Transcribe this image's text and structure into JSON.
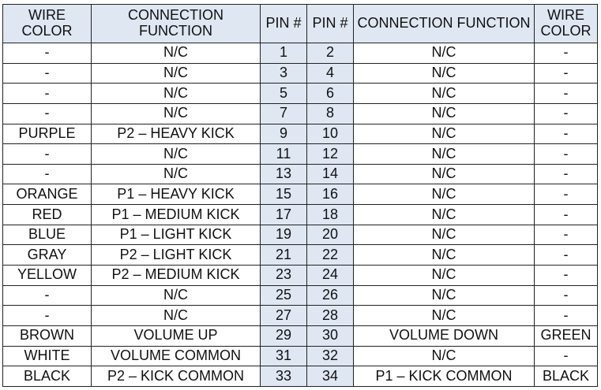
{
  "headers": {
    "wire_color_left": "WIRE COLOR",
    "function_left": "CONNECTION FUNCTION",
    "pin_left": "PIN #",
    "pin_right": "PIN #",
    "function_right": "CONNECTION FUNCTION",
    "wire_color_right": "WIRE COLOR"
  },
  "colors": {
    "header_background": "#dfe7f2",
    "pin_cell_background": "#dfe7f2",
    "border": "#222222"
  },
  "rows": [
    {
      "color_left": "-",
      "function_left": "N/C",
      "pin_left": "1",
      "pin_right": "2",
      "function_right": "N/C",
      "color_right": "-"
    },
    {
      "color_left": "-",
      "function_left": "N/C",
      "pin_left": "3",
      "pin_right": "4",
      "function_right": "N/C",
      "color_right": "-"
    },
    {
      "color_left": "-",
      "function_left": "N/C",
      "pin_left": "5",
      "pin_right": "6",
      "function_right": "N/C",
      "color_right": "-"
    },
    {
      "color_left": "-",
      "function_left": "N/C",
      "pin_left": "7",
      "pin_right": "8",
      "function_right": "N/C",
      "color_right": "-"
    },
    {
      "color_left": "PURPLE",
      "function_left": "P2 – HEAVY KICK",
      "pin_left": "9",
      "pin_right": "10",
      "function_right": "N/C",
      "color_right": "-"
    },
    {
      "color_left": "-",
      "function_left": "N/C",
      "pin_left": "11",
      "pin_right": "12",
      "function_right": "N/C",
      "color_right": "-"
    },
    {
      "color_left": "-",
      "function_left": "N/C",
      "pin_left": "13",
      "pin_right": "14",
      "function_right": "N/C",
      "color_right": "-"
    },
    {
      "color_left": "ORANGE",
      "function_left": "P1 – HEAVY KICK",
      "pin_left": "15",
      "pin_right": "16",
      "function_right": "N/C",
      "color_right": "-"
    },
    {
      "color_left": "RED",
      "function_left": "P1 – MEDIUM KICK",
      "pin_left": "17",
      "pin_right": "18",
      "function_right": "N/C",
      "color_right": "-"
    },
    {
      "color_left": "BLUE",
      "function_left": "P1 – LIGHT KICK",
      "pin_left": "19",
      "pin_right": "20",
      "function_right": "N/C",
      "color_right": "-"
    },
    {
      "color_left": "GRAY",
      "function_left": "P2 – LIGHT KICK",
      "pin_left": "21",
      "pin_right": "22",
      "function_right": "N/C",
      "color_right": "-"
    },
    {
      "color_left": "YELLOW",
      "function_left": "P2 – MEDIUM KICK",
      "pin_left": "23",
      "pin_right": "24",
      "function_right": "N/C",
      "color_right": "-"
    },
    {
      "color_left": "-",
      "function_left": "N/C",
      "pin_left": "25",
      "pin_right": "26",
      "function_right": "N/C",
      "color_right": "-"
    },
    {
      "color_left": "-",
      "function_left": "N/C",
      "pin_left": "27",
      "pin_right": "28",
      "function_right": "N/C",
      "color_right": "-"
    },
    {
      "color_left": "BROWN",
      "function_left": "VOLUME UP",
      "pin_left": "29",
      "pin_right": "30",
      "function_right": "VOLUME DOWN",
      "color_right": "GREEN"
    },
    {
      "color_left": "WHITE",
      "function_left": "VOLUME COMMON",
      "pin_left": "31",
      "pin_right": "32",
      "function_right": "N/C",
      "color_right": "-"
    },
    {
      "color_left": "BLACK",
      "function_left": "P2 – KICK COMMON",
      "pin_left": "33",
      "pin_right": "34",
      "function_right": "P1 – KICK COMMON",
      "color_right": "BLACK"
    }
  ]
}
